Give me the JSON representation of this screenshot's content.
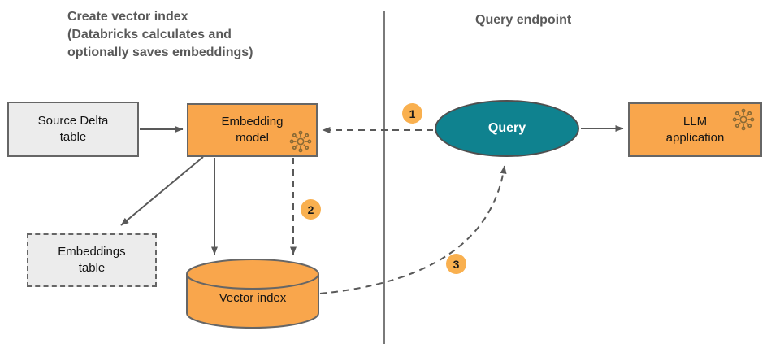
{
  "titles": {
    "left": "Create vector index\n(Databricks calculates and\noptionally saves embeddings)",
    "right": "Query endpoint"
  },
  "nodes": {
    "source_delta": {
      "label": "Source Delta\ntable"
    },
    "embedding_model": {
      "label": "Embedding\nmodel",
      "icon": "model-icon"
    },
    "embeddings_table": {
      "label": "Embeddings\ntable"
    },
    "vector_index": {
      "label": "Vector index"
    },
    "query": {
      "label": "Query"
    },
    "llm_application": {
      "label": "LLM\napplication",
      "icon": "model-icon"
    }
  },
  "badges": {
    "step1": "1",
    "step2": "2",
    "step3": "3"
  },
  "colors": {
    "node_orange": "#f9a64c",
    "badge_orange": "#f9b04f",
    "query_teal": "#0f828f",
    "node_gray_fill": "#ececec",
    "border_gray": "#666666",
    "arrow_gray": "#595959",
    "title_gray": "#595959",
    "icon_brown": "#8a6a35"
  }
}
